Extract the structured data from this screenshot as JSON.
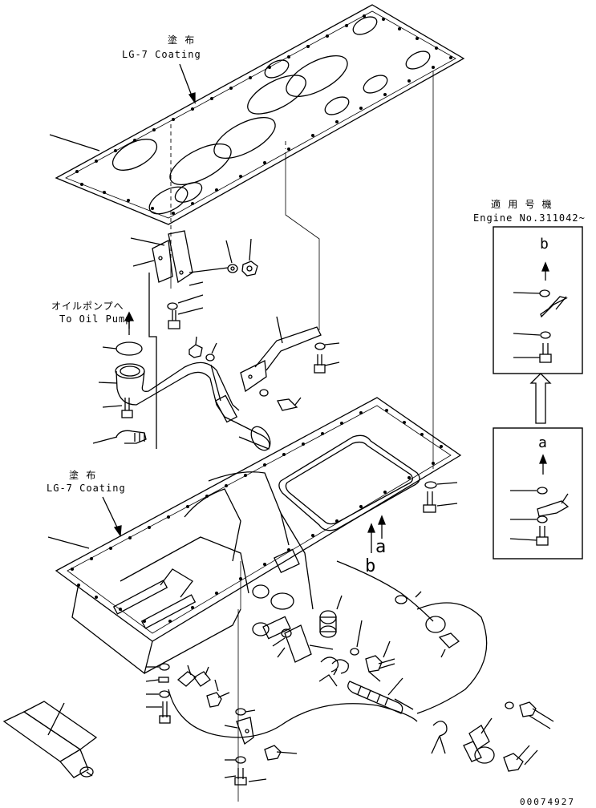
{
  "labels": {
    "coating_top_jp": "塗 布",
    "coating_top_en": "LG-7 Coating",
    "coating_bottom_jp": "塗 布",
    "coating_bottom_en": "LG-7 Coating",
    "pump_jp": "オイルポンプへ",
    "pump_en": "To Oil Pump",
    "engine_jp": "適 用 号 機",
    "engine_en": "Engine No.311042~",
    "callout_a": "a",
    "callout_b": "b",
    "inset_b_label": "b",
    "inset_a_label": "a",
    "drawing_no": "00074927"
  }
}
